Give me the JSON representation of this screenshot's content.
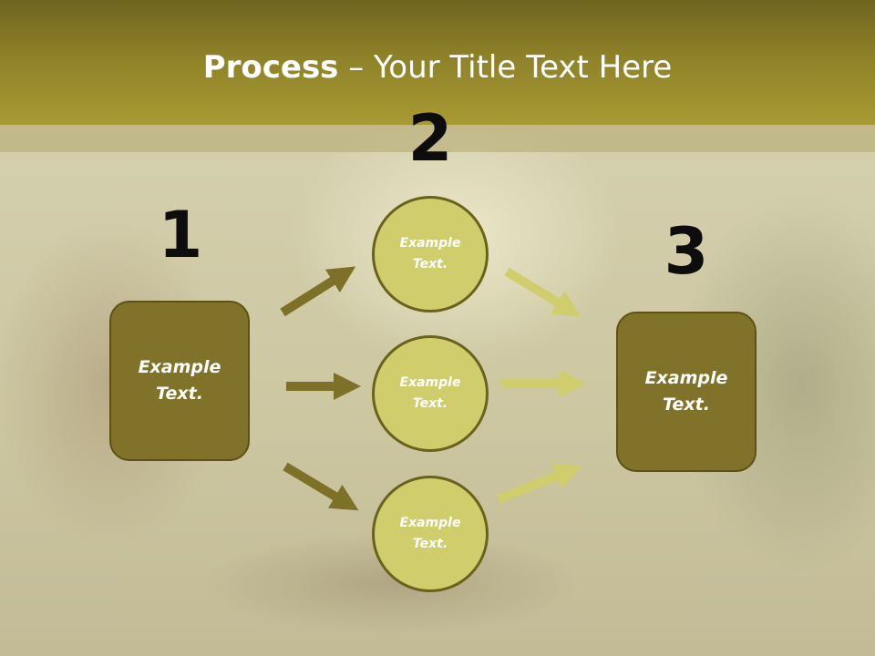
{
  "title": {
    "bold": "Process",
    "rest": " – Your Title Text Here"
  },
  "steps": [
    {
      "number": "1",
      "text": "Example\nText."
    },
    {
      "number": "2",
      "circles": [
        "Example\nText.",
        "Example\nText.",
        "Example\nText."
      ]
    },
    {
      "number": "3",
      "text": "Example\nText."
    }
  ],
  "colors": {
    "header": "#8e8128",
    "box_fill": "#807329",
    "circle_fill": "#cfcd6c",
    "arrow_dark": "#7d7128",
    "arrow_light": "#cfcd6c"
  }
}
